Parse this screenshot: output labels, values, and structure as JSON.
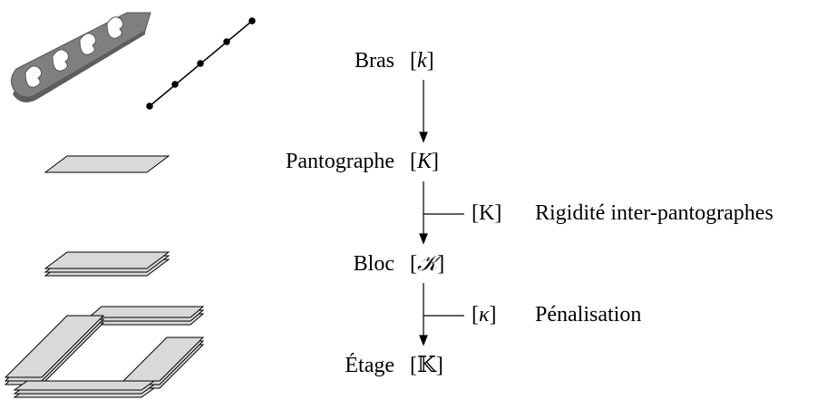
{
  "levels": [
    {
      "name": "Bras",
      "symbol_open": "[",
      "symbol": "k",
      "symbol_close": "]"
    },
    {
      "name": "Pantographe",
      "symbol_open": "[",
      "symbol": "K",
      "symbol_close": "]"
    },
    {
      "name": "Bloc",
      "symbol_open": "[",
      "symbol": "𝒦",
      "symbol_close": "]"
    },
    {
      "name": "Étage",
      "symbol_open": "[",
      "symbol": "𝕂",
      "symbol_close": "]"
    }
  ],
  "transitions": [
    {
      "symbol": "[K]",
      "description": "Rigidité inter-pantographes"
    },
    {
      "symbol": "[κ]",
      "description": "Pénalisation"
    }
  ],
  "colors": {
    "plate_fill": "#d9d9d9",
    "arm_fill": "#7f7f7f",
    "stroke": "#000000"
  }
}
